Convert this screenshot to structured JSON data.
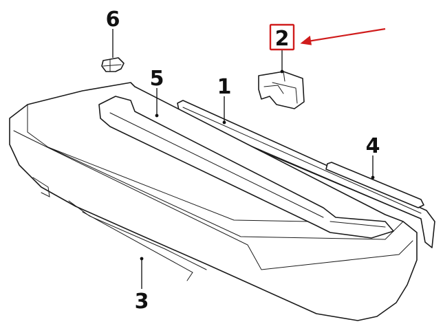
{
  "callouts": [
    {
      "id": "part-1",
      "label": "1"
    },
    {
      "id": "part-2",
      "label": "2"
    },
    {
      "id": "part-3",
      "label": "3"
    },
    {
      "id": "part-4",
      "label": "4"
    },
    {
      "id": "part-5",
      "label": "5"
    },
    {
      "id": "part-6",
      "label": "6"
    }
  ],
  "highlight": {
    "label": "2",
    "box_color": "#d01c1c",
    "arrow_color": "#d01c1c"
  }
}
